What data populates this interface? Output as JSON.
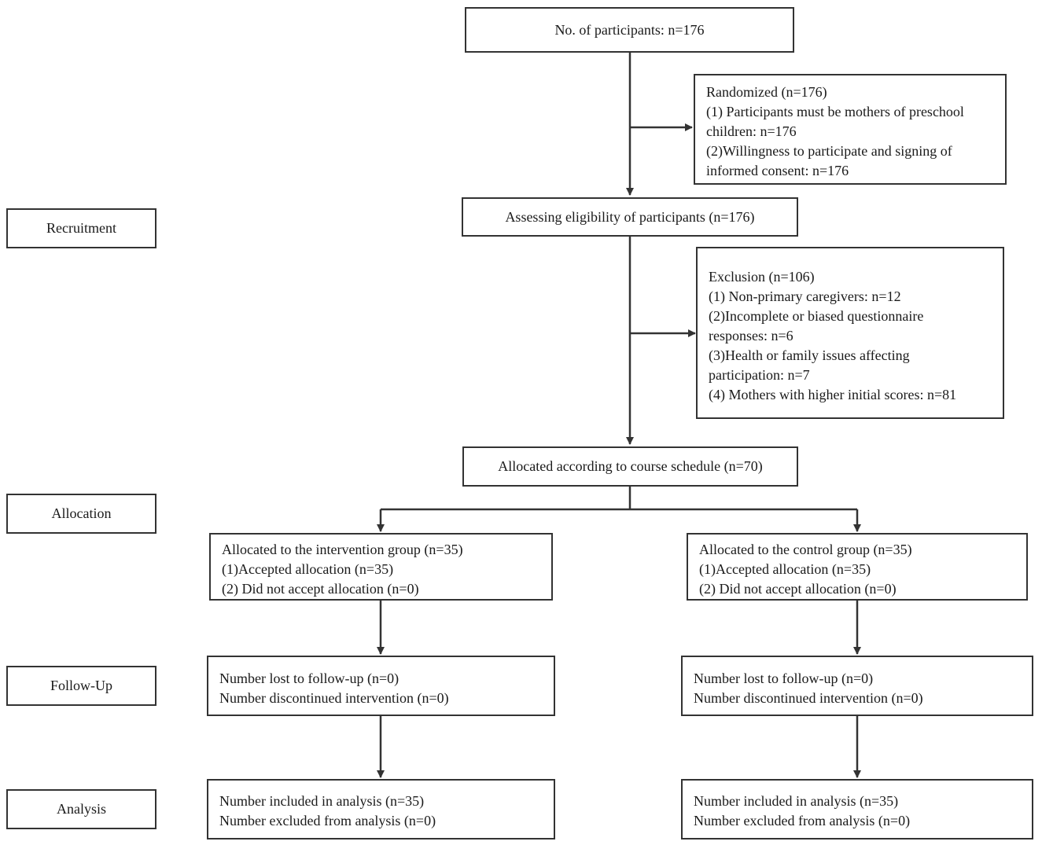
{
  "stages": {
    "recruitment": "Recruitment",
    "allocation": "Allocation",
    "follow_up": "Follow-Up",
    "analysis": "Analysis"
  },
  "participants": "No. of participants: n=176",
  "randomized": {
    "lines": [
      "Randomized (n=176)",
      "(1) Participants must be mothers of preschool",
      "children: n=176",
      "(2)Willingness to participate and signing of",
      "informed consent: n=176"
    ]
  },
  "eligibility": "Assessing eligibility of participants (n=176)",
  "exclusion": {
    "lines": [
      "Exclusion (n=106)",
      "(1) Non-primary caregivers: n=12",
      "(2)Incomplete or biased questionnaire",
      "responses: n=6",
      "(3)Health or family issues affecting",
      "participation: n=7",
      "(4) Mothers with higher initial scores: n=81"
    ]
  },
  "allocated": "Allocated according to course schedule (n=70)",
  "intervention": {
    "allocation": [
      "Allocated to the intervention group (n=35)",
      "(1)Accepted allocation (n=35)",
      "(2) Did not accept allocation (n=0)"
    ],
    "follow_up": [
      "Number lost to follow-up (n=0)",
      "Number discontinued intervention (n=0)"
    ],
    "analysis": [
      "Number included in analysis (n=35)",
      "Number excluded from analysis (n=0)"
    ]
  },
  "control": {
    "allocation": [
      "Allocated to the control group (n=35)",
      "(1)Accepted allocation (n=35)",
      "(2) Did not accept allocation (n=0)"
    ],
    "follow_up": [
      "Number lost to follow-up (n=0)",
      "Number discontinued intervention (n=0)"
    ],
    "analysis": [
      "Number included in analysis (n=35)",
      "Number excluded from analysis (n=0)"
    ]
  }
}
